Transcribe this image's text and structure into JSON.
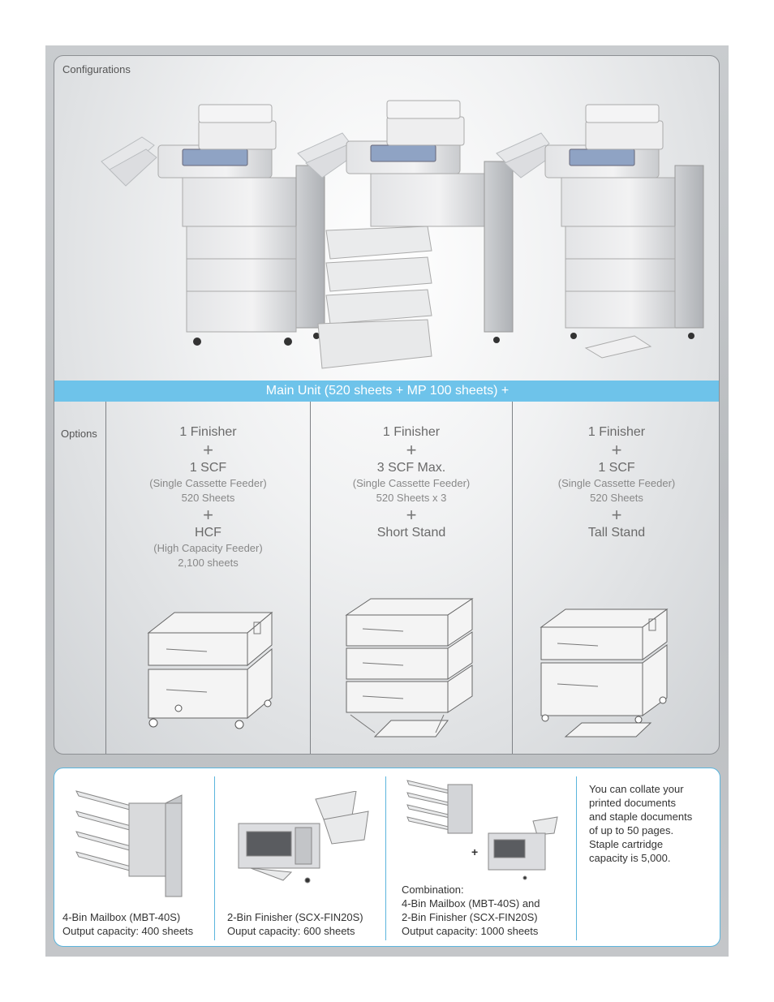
{
  "config": {
    "label": "Configurations",
    "main_unit": "Main Unit (520 sheets + MP 100 sheets) +"
  },
  "options": {
    "label": "Options",
    "columns": [
      {
        "finisher": "1 Finisher",
        "plus1": "+",
        "scf": "1 SCF",
        "scf_desc": "(Single Cassette Feeder)",
        "scf_sheets": "520 Sheets",
        "plus2": "+",
        "extra": "HCF",
        "extra_desc": "(High Capacity Feeder)",
        "extra_sheets": "2,100 sheets"
      },
      {
        "finisher": "1 Finisher",
        "plus1": "+",
        "scf": "3 SCF Max.",
        "scf_desc": "(Single Cassette Feeder)",
        "scf_sheets": "520 Sheets x 3",
        "plus2": "+",
        "extra": "Short Stand"
      },
      {
        "finisher": "1 Finisher",
        "plus1": "+",
        "scf": "1 SCF",
        "scf_desc": "(Single Cassette Feeder)",
        "scf_sheets": "520 Sheets",
        "plus2": "+",
        "extra": "Tall Stand"
      }
    ]
  },
  "accessories": {
    "items": [
      {
        "line1": "4-Bin Mailbox (MBT-40S)",
        "line2": "Output capacity: 400 sheets"
      },
      {
        "line1": "2-Bin Finisher (SCX-FIN20S)",
        "line2": "Ouput capacity: 600 sheets"
      },
      {
        "line0": "Combination:",
        "line1": "4-Bin Mailbox (MBT-40S) and",
        "line2": "2-Bin Finisher (SCX-FIN20S)",
        "line3": "Output capacity: 1000 sheets",
        "plus": "+"
      }
    ],
    "note": [
      "You can collate your",
      "printed documents",
      "and staple documents",
      "of up to 50 pages.",
      "Staple cartridge",
      "capacity is 5,000."
    ]
  },
  "colors": {
    "bar_blue": "#6ec3ea",
    "border_blue": "#5bb5dd"
  }
}
